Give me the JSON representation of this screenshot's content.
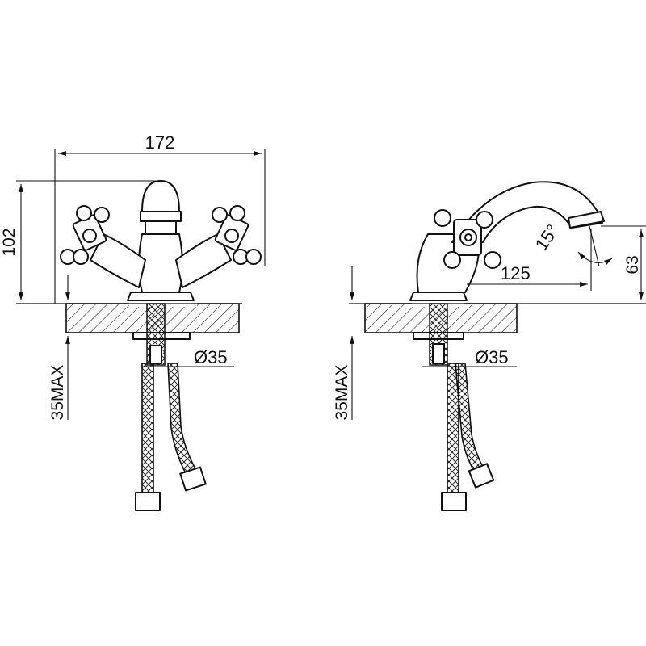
{
  "front_view": {
    "width_label": "172",
    "height_label": "102",
    "hole_label": "Ø35",
    "deck_label": "35MAX"
  },
  "side_view": {
    "reach_label": "125",
    "spout_height_label": "63",
    "angle_label": "15°",
    "hole_label": "Ø35",
    "deck_label": "35MAX"
  }
}
